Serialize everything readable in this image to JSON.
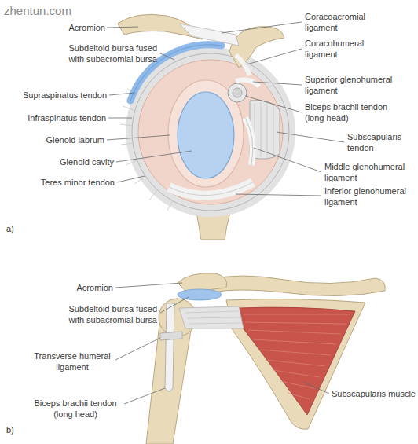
{
  "diagram": {
    "labels": [
      "zhentun.com",
      "Coracoacromial ligament",
      "Acromion",
      "Coracohumeral ligament",
      "Subdeltoid bursa fused with subacromial bursa",
      "Superior glenohumeral ligament",
      "Supraspinatus tendon",
      "Biceps brachii tendon (long head)",
      "Infraspinatus tendon",
      "Subscapularis tendon",
      "Glenoid labrum",
      "Glenoid cavity",
      "Middle glenohumeral ligament",
      "Teres minor tendon",
      "Inferior glenohumeral ligament",
      "a)",
      "Acromion",
      "Subdeltoid bursa fused with subacromial bursa",
      "Transverse humeral ligament",
      "Subscapularis muscle",
      "Biceps brachii tendon (long head)",
      "b)"
    ]
  }
}
